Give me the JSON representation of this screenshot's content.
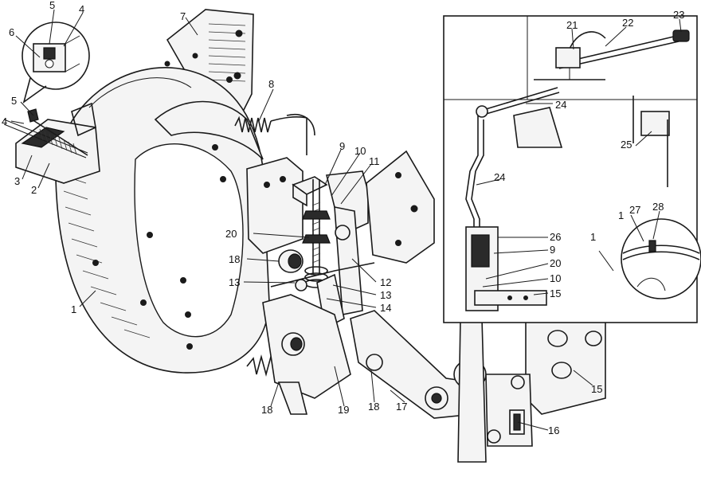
{
  "figure": {
    "labels": {
      "l1": "1",
      "l2": "2",
      "l3": "3",
      "l4": "4",
      "l5": "5",
      "l6": "6",
      "l7": "7",
      "l8": "8",
      "l9": "9",
      "l10": "10",
      "l11": "11",
      "l12": "12",
      "l13": "13",
      "l14": "14",
      "l15": "15",
      "l16": "16",
      "l17": "17",
      "l18": "18",
      "l19": "19",
      "l20": "20",
      "l21": "21",
      "l22": "22",
      "l23": "23",
      "l24": "24",
      "l25": "25",
      "l26": "26",
      "l27": "27",
      "l28": "28"
    }
  }
}
